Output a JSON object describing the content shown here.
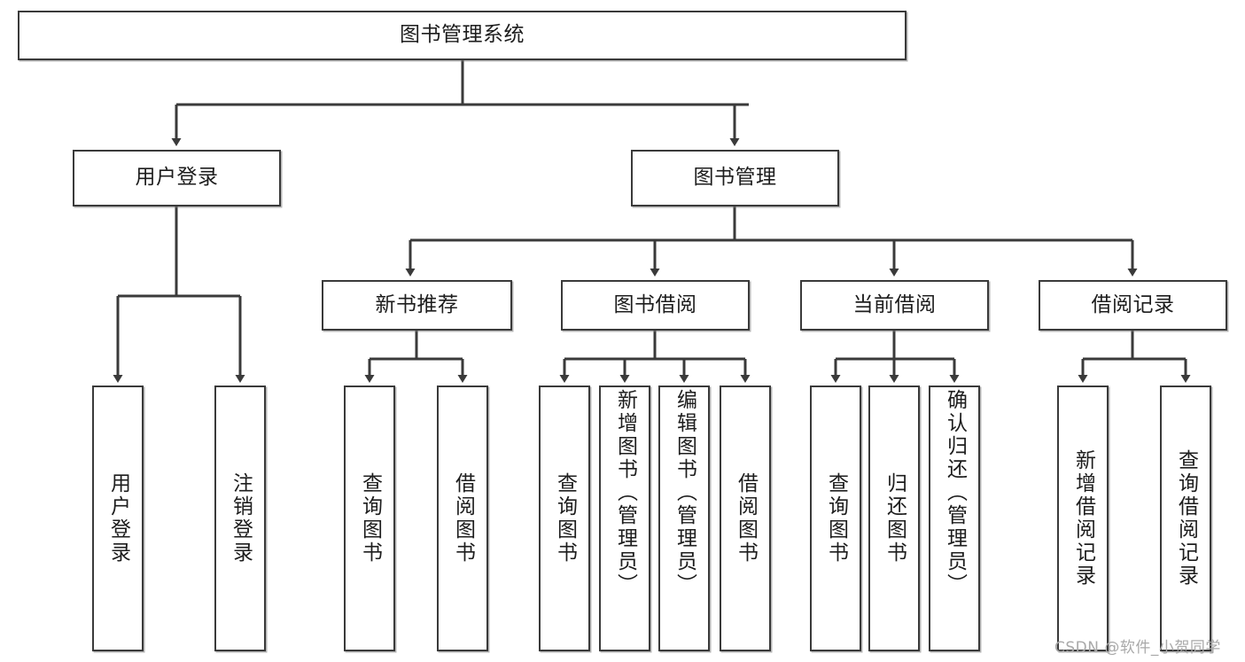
{
  "diagram": {
    "type": "tree-hierarchy",
    "title": "图书管理系统",
    "orientation": "top-down",
    "style": {
      "box_fill": "#ffffff",
      "box_stroke": "#3a3a3a",
      "connector_stroke": "#3a3a3a",
      "text_color": "#1d1d1d",
      "background": "#ffffff"
    },
    "nodes": {
      "root": {
        "label": "图书管理系统"
      },
      "level1": [
        {
          "id": "user-login",
          "label": "用户登录"
        },
        {
          "id": "book-manage",
          "label": "图书管理"
        }
      ],
      "level2": [
        {
          "id": "new-book-recommend",
          "label": "新书推荐"
        },
        {
          "id": "book-borrow",
          "label": "图书借阅"
        },
        {
          "id": "current-borrow",
          "label": "当前借阅"
        },
        {
          "id": "borrow-record",
          "label": "借阅记录"
        }
      ],
      "leaves": {
        "user-login": [
          {
            "id": "leaf-user-login",
            "label": "用户登录"
          },
          {
            "id": "leaf-logout-login",
            "label": "注销登录"
          }
        ],
        "new-book-recommend": [
          {
            "id": "leaf-query-book-1",
            "label": "查询图书"
          },
          {
            "id": "leaf-borrow-book-1",
            "label": "借阅图书"
          }
        ],
        "book-borrow": [
          {
            "id": "leaf-query-book-2",
            "label": "查询图书"
          },
          {
            "id": "leaf-add-book-admin",
            "label": "新增图书（管理员）"
          },
          {
            "id": "leaf-edit-book-admin",
            "label": "编辑图书（管理员）"
          },
          {
            "id": "leaf-borrow-book-2",
            "label": "借阅图书"
          }
        ],
        "current-borrow": [
          {
            "id": "leaf-query-book-3",
            "label": "查询图书"
          },
          {
            "id": "leaf-return-book",
            "label": "归还图书"
          },
          {
            "id": "leaf-confirm-return-admin",
            "label": "确认归还（管理员）"
          }
        ],
        "borrow-record": [
          {
            "id": "leaf-add-borrow-record",
            "label": "新增借阅记录"
          },
          {
            "id": "leaf-query-borrow-record",
            "label": "查询借阅记录"
          }
        ]
      }
    }
  },
  "watermark": {
    "text": "CSDN @软件_小贺同学"
  }
}
